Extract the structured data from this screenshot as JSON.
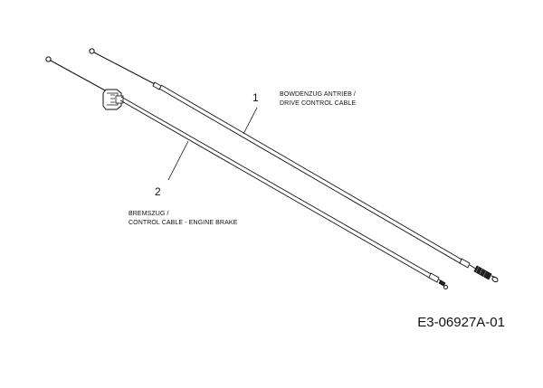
{
  "callouts": [
    {
      "number": "1",
      "line1": "BOWDENZUG ANTRIEB /",
      "line2": "DRIVE CONTROL CABLE"
    },
    {
      "number": "2",
      "line1": "BREMSZUG /",
      "line2": "CONTROL CABLE - ENGINE BRAKE"
    }
  ],
  "drawing_code": "E3-06927A-01"
}
